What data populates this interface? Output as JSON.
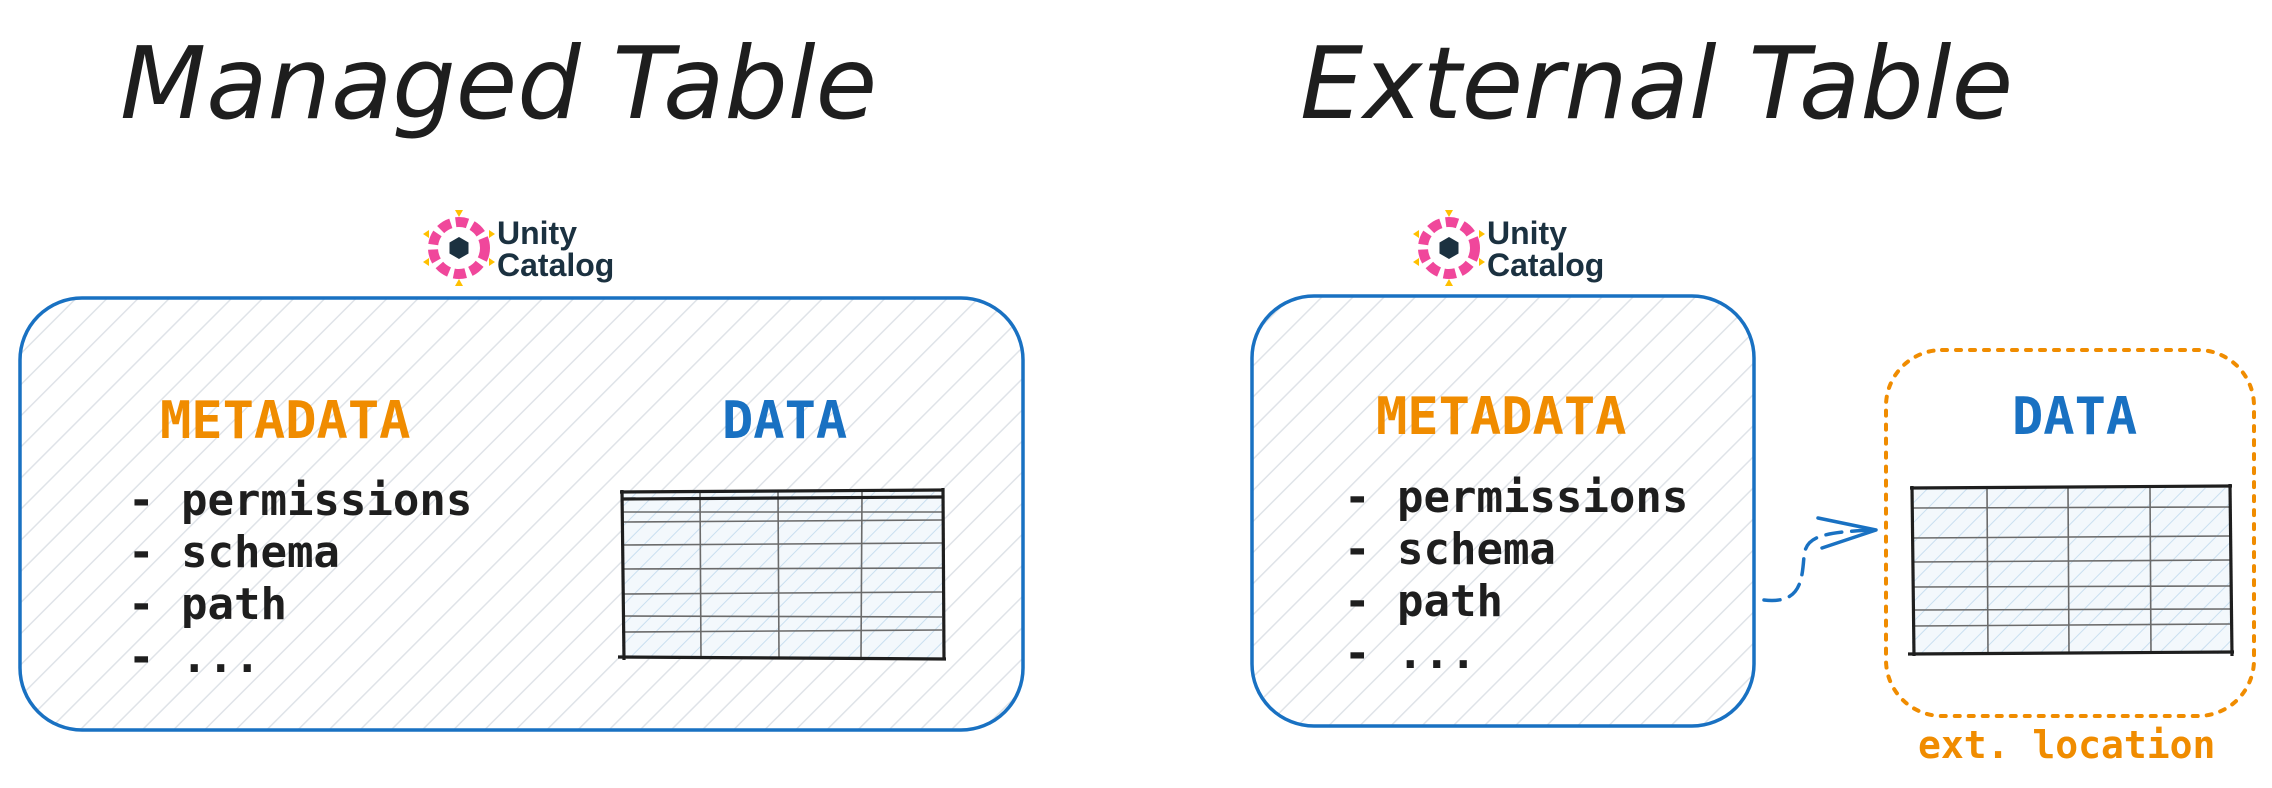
{
  "managed": {
    "title": "Managed Table",
    "logo": {
      "line1": "Unity",
      "line2": "Catalog"
    },
    "metadata_label": "METADATA",
    "items": [
      "- permissions",
      "- schema",
      "- path",
      "-  ..."
    ],
    "data_label": "DATA"
  },
  "external": {
    "title": "External Table",
    "logo": {
      "line1": "Unity",
      "line2": "Catalog"
    },
    "metadata_label": "METADATA",
    "items": [
      "- permissions",
      "- schema",
      "- path",
      "-  ..."
    ],
    "data_label": "DATA",
    "location_label": "ext. location"
  },
  "colors": {
    "box_border": "#1971c2",
    "metadata": "#f08c00",
    "data": "#1971c2",
    "ext_border": "#f08c00",
    "logo_pink": "#f0479b",
    "logo_yellow": "#ffc000",
    "logo_navy": "#1b3140"
  }
}
